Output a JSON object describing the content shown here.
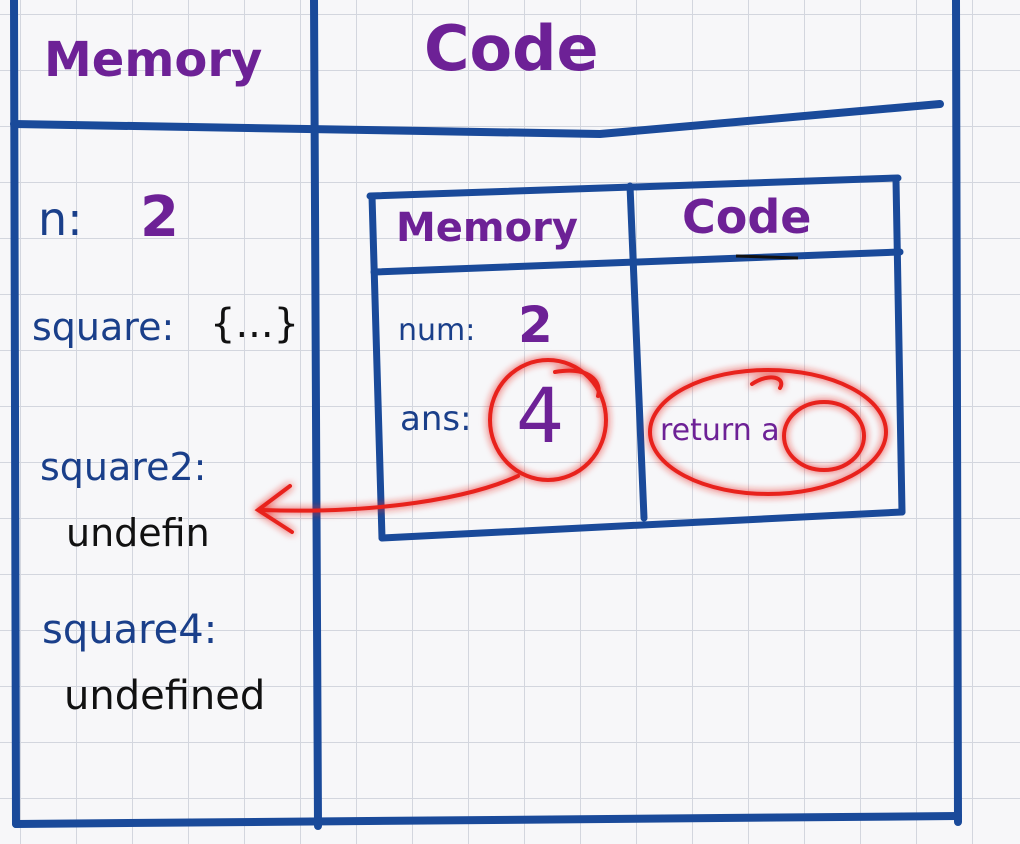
{
  "outer": {
    "memory_header": "Memory",
    "code_header": "Code",
    "memory_entries": [
      {
        "key": "n:",
        "value": "2"
      },
      {
        "key": "square:",
        "value": "{...}"
      },
      {
        "key": "square2:",
        "value": "undefin"
      },
      {
        "key": "square4:",
        "value": "undefined"
      }
    ]
  },
  "inner": {
    "memory_header": "Memory",
    "code_header": "Code",
    "memory_entries": [
      {
        "key": "num:",
        "value": "2"
      },
      {
        "key": "ans:",
        "value": "4"
      }
    ],
    "code_line": "return a"
  },
  "colors": {
    "table_lines": "#1a4a9a",
    "header_text": "#6d2196",
    "key_text": "#1a3f8a",
    "value_text": "#111111",
    "highlight": "#e8231f"
  }
}
